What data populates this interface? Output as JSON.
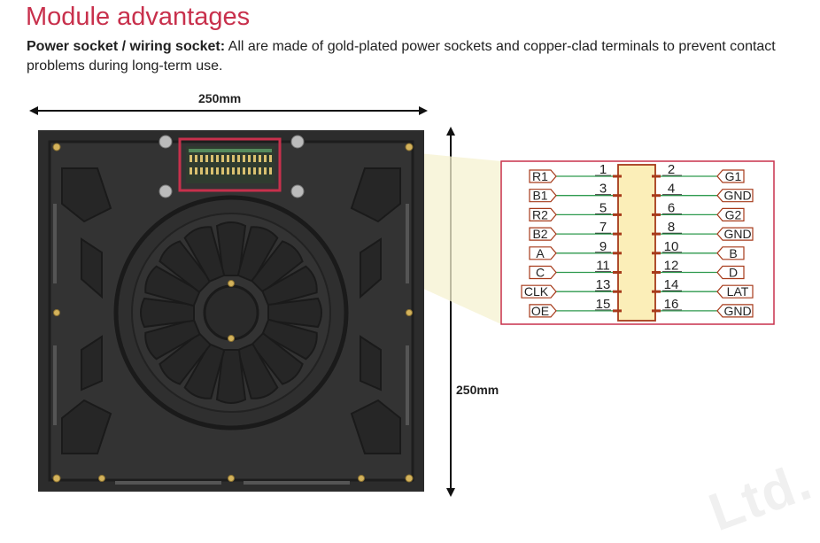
{
  "page": {
    "title": "Module advantages",
    "desc_bold": "Power socket / wiring socket:",
    "desc_text": " All are made of gold-plated power sockets and copper-clad terminals to prevent contact problems during long-term use."
  },
  "dimensions": {
    "width_label": "250mm",
    "height_label": "250mm"
  },
  "pinout": {
    "left_pins": [
      {
        "num": "1",
        "signal": "R1"
      },
      {
        "num": "3",
        "signal": "B1"
      },
      {
        "num": "5",
        "signal": "R2"
      },
      {
        "num": "7",
        "signal": "B2"
      },
      {
        "num": "9",
        "signal": "A"
      },
      {
        "num": "11",
        "signal": "C"
      },
      {
        "num": "13",
        "signal": "CLK"
      },
      {
        "num": "15",
        "signal": "OE"
      }
    ],
    "right_pins": [
      {
        "num": "2",
        "signal": "G1"
      },
      {
        "num": "4",
        "signal": "GND"
      },
      {
        "num": "6",
        "signal": "G2"
      },
      {
        "num": "8",
        "signal": "GND"
      },
      {
        "num": "10",
        "signal": "B"
      },
      {
        "num": "12",
        "signal": "D"
      },
      {
        "num": "14",
        "signal": "LAT"
      },
      {
        "num": "16",
        "signal": "GND"
      }
    ]
  },
  "colors": {
    "accent": "#c8304c",
    "wire": "#2e9a4e",
    "connector_fill": "#fbeeb8",
    "module_body": "#2c2c2c"
  },
  "watermark": "Ltd."
}
